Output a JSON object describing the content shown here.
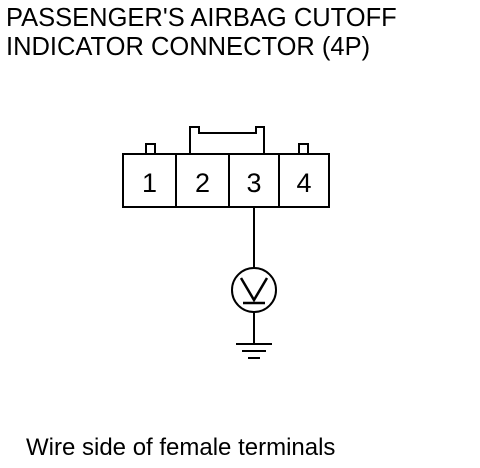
{
  "title": {
    "line1": "PASSENGER'S AIRBAG CUTOFF",
    "line2": "INDICATOR CONNECTOR (4P)"
  },
  "connector": {
    "pins": [
      "1",
      "2",
      "3",
      "4"
    ]
  },
  "meter": {
    "symbol": "V"
  },
  "caption": "Wire side of female terminals"
}
